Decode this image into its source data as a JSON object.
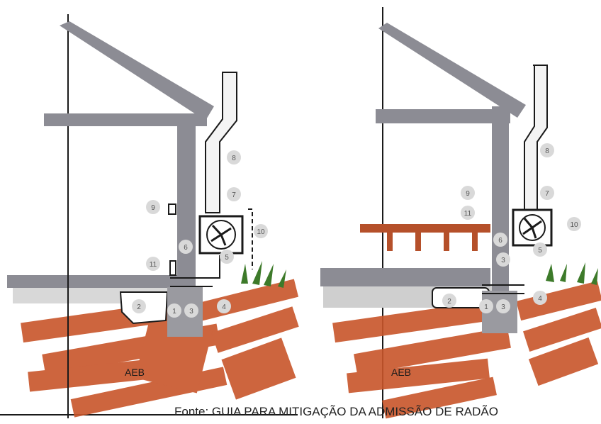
{
  "left_sketch": {
    "markers": [
      "8",
      "7",
      "9",
      "10",
      "6",
      "5",
      "11",
      "2",
      "1",
      "3",
      "4"
    ],
    "signature": "AEB"
  },
  "right_sketch": {
    "markers": [
      "8",
      "7",
      "9",
      "11",
      "10",
      "6",
      "5",
      "3",
      "2",
      "1",
      "3",
      "4"
    ],
    "signature": "AEB"
  },
  "caption": "Fonte: GUIA PARA MITIGAÇÃO DA ADMISSÃO DE RADÃO",
  "colors": {
    "soil": "#c8552a",
    "concrete": "#8c8c94",
    "gravel": "#b9b9b9",
    "ink": "#1a1a1a",
    "plants": "#3d7a2a",
    "floor_joists": "#b5502a"
  }
}
